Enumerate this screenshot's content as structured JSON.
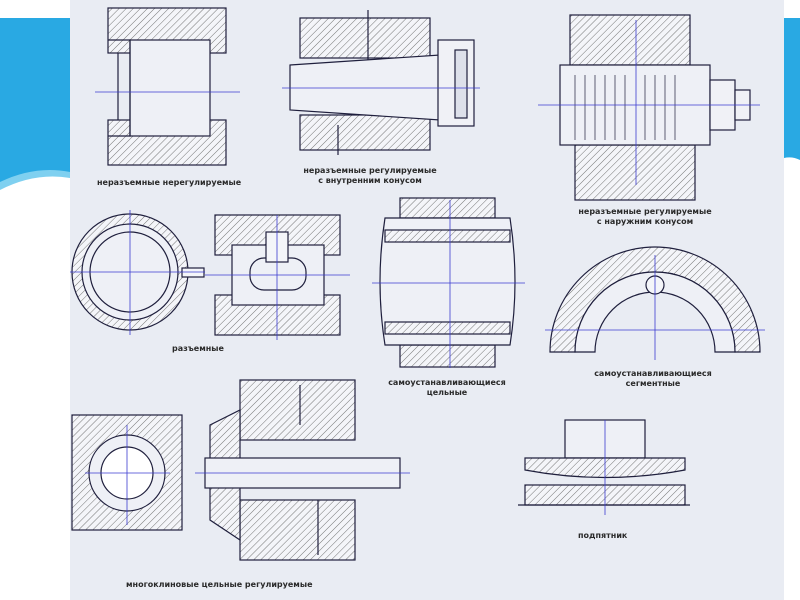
{
  "slide": {
    "accent_color": "#29a9e3",
    "sheet_color": "#e9ecf3",
    "line_color": "#1f1f3d",
    "axis_color": "#3b3bd0"
  },
  "captions": {
    "fixed_nonadjustable": "неразъемные нерегулируемые",
    "fixed_inner_cone_l1": "неразъемные регулируемые",
    "fixed_inner_cone_l2": "с внутренним конусом",
    "fixed_outer_cone_l1": "неразъемные регулируемые",
    "fixed_outer_cone_l2": "с наружним конусом",
    "split": "разъемные",
    "self_aligning_solid_l1": "самоустанавливающиеся",
    "self_aligning_solid_l2": "цельные",
    "self_aligning_segment_l1": "самоустанавливающиеся",
    "self_aligning_segment_l2": "сегментные",
    "multi_wedge": "многоклиновые цельные регулируемые",
    "thrust": "подпятник"
  }
}
